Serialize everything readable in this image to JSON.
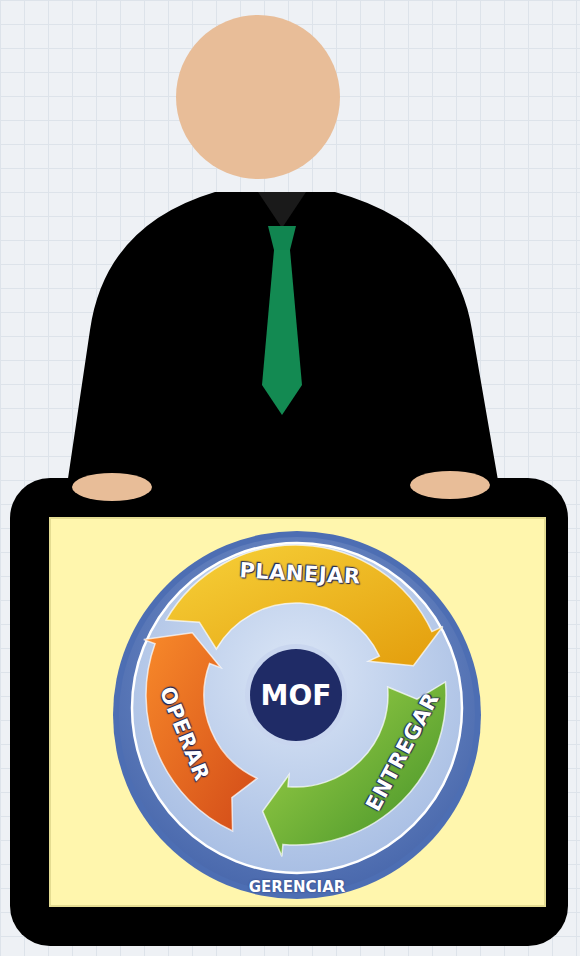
{
  "diagram": {
    "nodes": [
      {
        "text": [
          "GERENCIAR"
        ]
      },
      {
        "text": [
          "MOF"
        ],
        "in": 0
      },
      {
        "text": [
          "PLANEJAR"
        ],
        "in": 0
      },
      {
        "text": [
          "ENTREGAR"
        ],
        "in": 0
      },
      {
        "text": [
          "OPERAR"
        ],
        "in": 0
      }
    ]
  }
}
